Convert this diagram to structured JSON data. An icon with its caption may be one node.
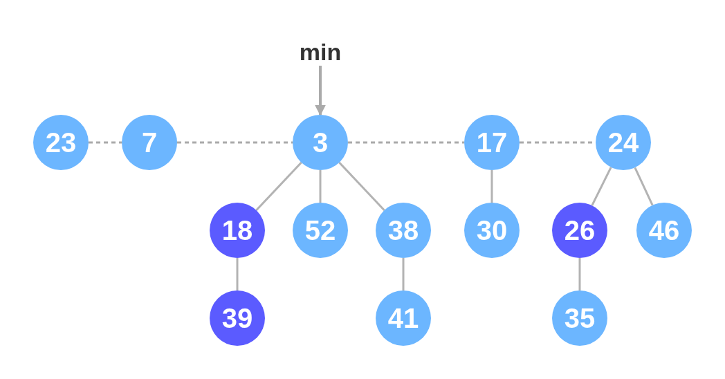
{
  "diagram": {
    "nodes": [
      {
        "text": [
          "min"
        ]
      },
      {
        "text": [
          "23"
        ]
      },
      {
        "text": [
          "7"
        ]
      },
      {
        "text": [
          "3"
        ]
      },
      {
        "text": [
          "17"
        ]
      },
      {
        "text": [
          "24"
        ]
      },
      {
        "text": [
          "18"
        ]
      },
      {
        "text": [
          "52"
        ]
      },
      {
        "text": [
          "38"
        ]
      },
      {
        "text": [
          "30"
        ]
      },
      {
        "text": [
          "26"
        ]
      },
      {
        "text": [
          "46"
        ]
      },
      {
        "text": [
          "39"
        ]
      },
      {
        "text": [
          "41"
        ]
      },
      {
        "text": [
          "35"
        ]
      }
    ],
    "edges": [
      {
        "from": 0,
        "to": 3,
        "arrow": "to"
      },
      {
        "from": 1,
        "to": 2,
        "arrow": "none",
        "style": "dashed"
      },
      {
        "from": 2,
        "to": 3,
        "arrow": "none",
        "style": "dashed"
      },
      {
        "from": 3,
        "to": 4,
        "arrow": "none",
        "style": "dashed"
      },
      {
        "from": 4,
        "to": 5,
        "arrow": "none",
        "style": "dashed"
      },
      {
        "from": 3,
        "to": 6,
        "arrow": "none"
      },
      {
        "from": 3,
        "to": 7,
        "arrow": "none"
      },
      {
        "from": 3,
        "to": 8,
        "arrow": "none"
      },
      {
        "from": 4,
        "to": 9,
        "arrow": "none"
      },
      {
        "from": 5,
        "to": 10,
        "arrow": "none"
      },
      {
        "from": 5,
        "to": 11,
        "arrow": "none"
      },
      {
        "from": 6,
        "to": 12,
        "arrow": "none"
      },
      {
        "from": 8,
        "to": 13,
        "arrow": "none"
      },
      {
        "from": 10,
        "to": 14,
        "arrow": "none"
      }
    ]
  }
}
